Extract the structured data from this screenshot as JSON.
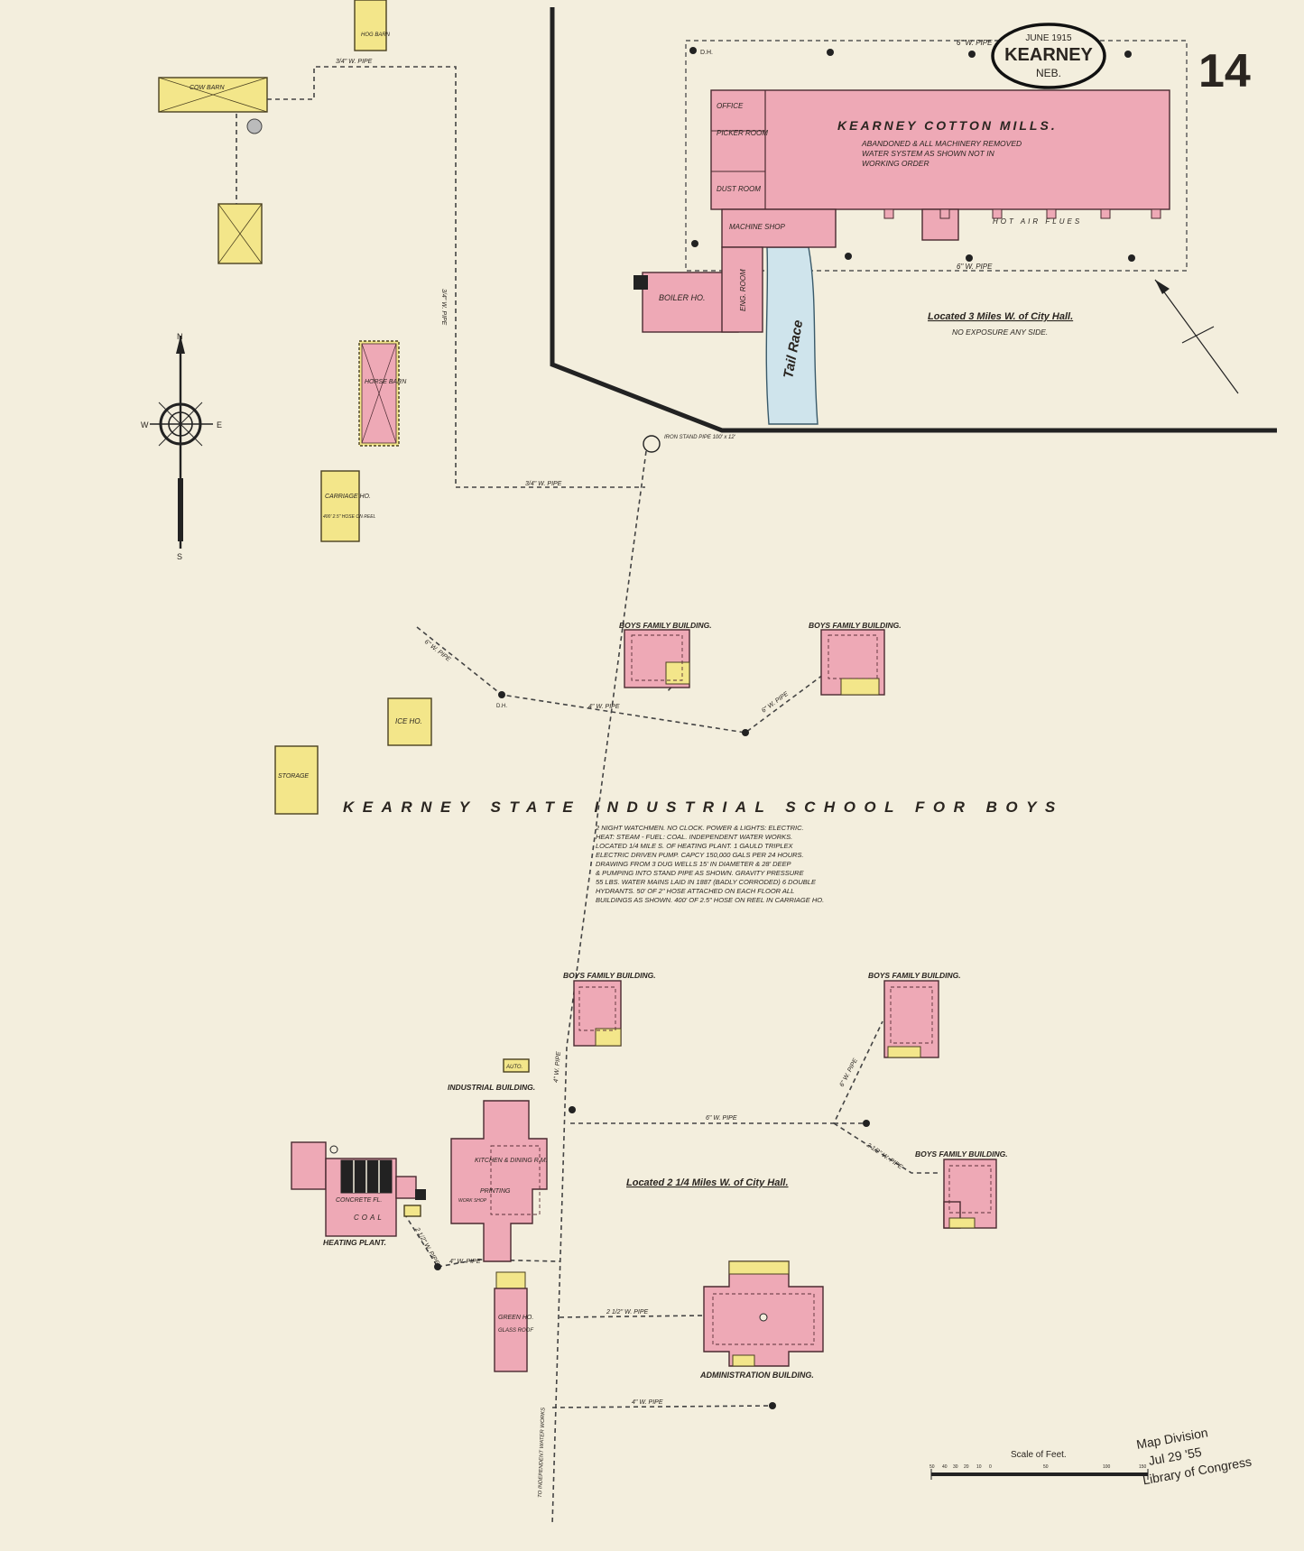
{
  "header": {
    "date": "JUNE 1915",
    "city": "KEARNEY",
    "state": "NEB.",
    "sheet_number": "14"
  },
  "cotton_mills": {
    "title": "KEARNEY COTTON MILLS.",
    "note_line1": "ABANDONED & ALL MACHINERY REMOVED",
    "note_line2": "WATER SYSTEM AS SHOWN NOT IN",
    "note_line3": "WORKING ORDER",
    "rooms": [
      "OFFICE",
      "PICKER ROOM",
      "DUST ROOM",
      "MACHINE SHOP",
      "BOILER HO.",
      "ENG. ROOM"
    ],
    "hot_air_flues": "HOT AIR FLUES",
    "tail_race": "Tail Race",
    "location": "Located 3 Miles W. of City Hall.",
    "exposure": "NO EXPOSURE ANY SIDE."
  },
  "school": {
    "title": "KEARNEY STATE INDUSTRIAL SCHOOL FOR BOYS",
    "note": [
      "2 NIGHT WATCHMEN. NO CLOCK. POWER & LIGHTS: ELECTRIC.",
      "HEAT: STEAM - FUEL: COAL. INDEPENDENT WATER WORKS.",
      "LOCATED 1/4 MILE S. OF HEATING PLANT. 1 GAULD TRIPLEX",
      "ELECTRIC DRIVEN PUMP. CAPCY 150,000 GALS PER 24 HOURS.",
      "DRAWING FROM 3 DUG WELLS 15' IN DIAMETER & 28' DEEP",
      "& PUMPING INTO STAND PIPE AS SHOWN. GRAVITY PRESSURE",
      "55 LBS. WATER MAINS LAID IN 1887 (BADLY CORRODED) 6 DOUBLE",
      "HYDRANTS. 50' OF 2\" HOSE ATTACHED ON EACH FLOOR ALL",
      "BUILDINGS AS SHOWN. 400' OF 2.5\" HOSE ON REEL IN CARRIAGE HO."
    ],
    "location": "Located 2 1/4 Miles W. of City Hall."
  },
  "buildings": {
    "cow_barn": "COW BARN",
    "hog_barn": "HOG BARN",
    "horse_barn": "HORSE BARN",
    "carriage_ho": "CARRIAGE HO.",
    "carriage_note": "400' 2.5\" HOSE ON REEL",
    "ice_ho": "ICE HO.",
    "storage": "STORAGE",
    "boys_family_building": "BOYS FAMILY BUILDING.",
    "industrial_building": "INDUSTRIAL BUILDING.",
    "kitchen": "KITCHEN & DINING R.M.",
    "printing": "PRINTING",
    "work_shop": "WORK SHOP",
    "heating_plant": "HEATING PLANT.",
    "concrete_fl": "CONCRETE FL.",
    "coal": "COAL",
    "auto": "AUTO.",
    "green_ho": "GREEN HO.",
    "glass_roof": "GLASS ROOF",
    "administration_building": "ADMINISTRATION BUILDING.",
    "iron_stand_pipe": "IRON STAND PIPE 100' x 12'"
  },
  "pipes": {
    "six_inch": "6\" W. PIPE",
    "four_inch": "4\" W. PIPE",
    "three_quarter": "3/4\" W. PIPE",
    "two_half": "2 1/2\" W. PIPE",
    "to_waterworks": "TO INDEPENDENT WATER WORKS",
    "hydrant": "D.H."
  },
  "compass": {
    "n": "N",
    "s": "S",
    "e": "E",
    "w": "W"
  },
  "scale": {
    "label": "Scale of Feet.",
    "ticks": [
      "50",
      "40",
      "30",
      "20",
      "10",
      "0",
      "50",
      "100",
      "150"
    ]
  },
  "stamp": {
    "line1": "Map Division",
    "line2": "Jul 29 '55",
    "line3": "Library of Congress"
  },
  "colors": {
    "paper": "#f3eedd",
    "brick": "#eea9b6",
    "frame": "#f3e68a",
    "water": "#cfe4ec"
  }
}
